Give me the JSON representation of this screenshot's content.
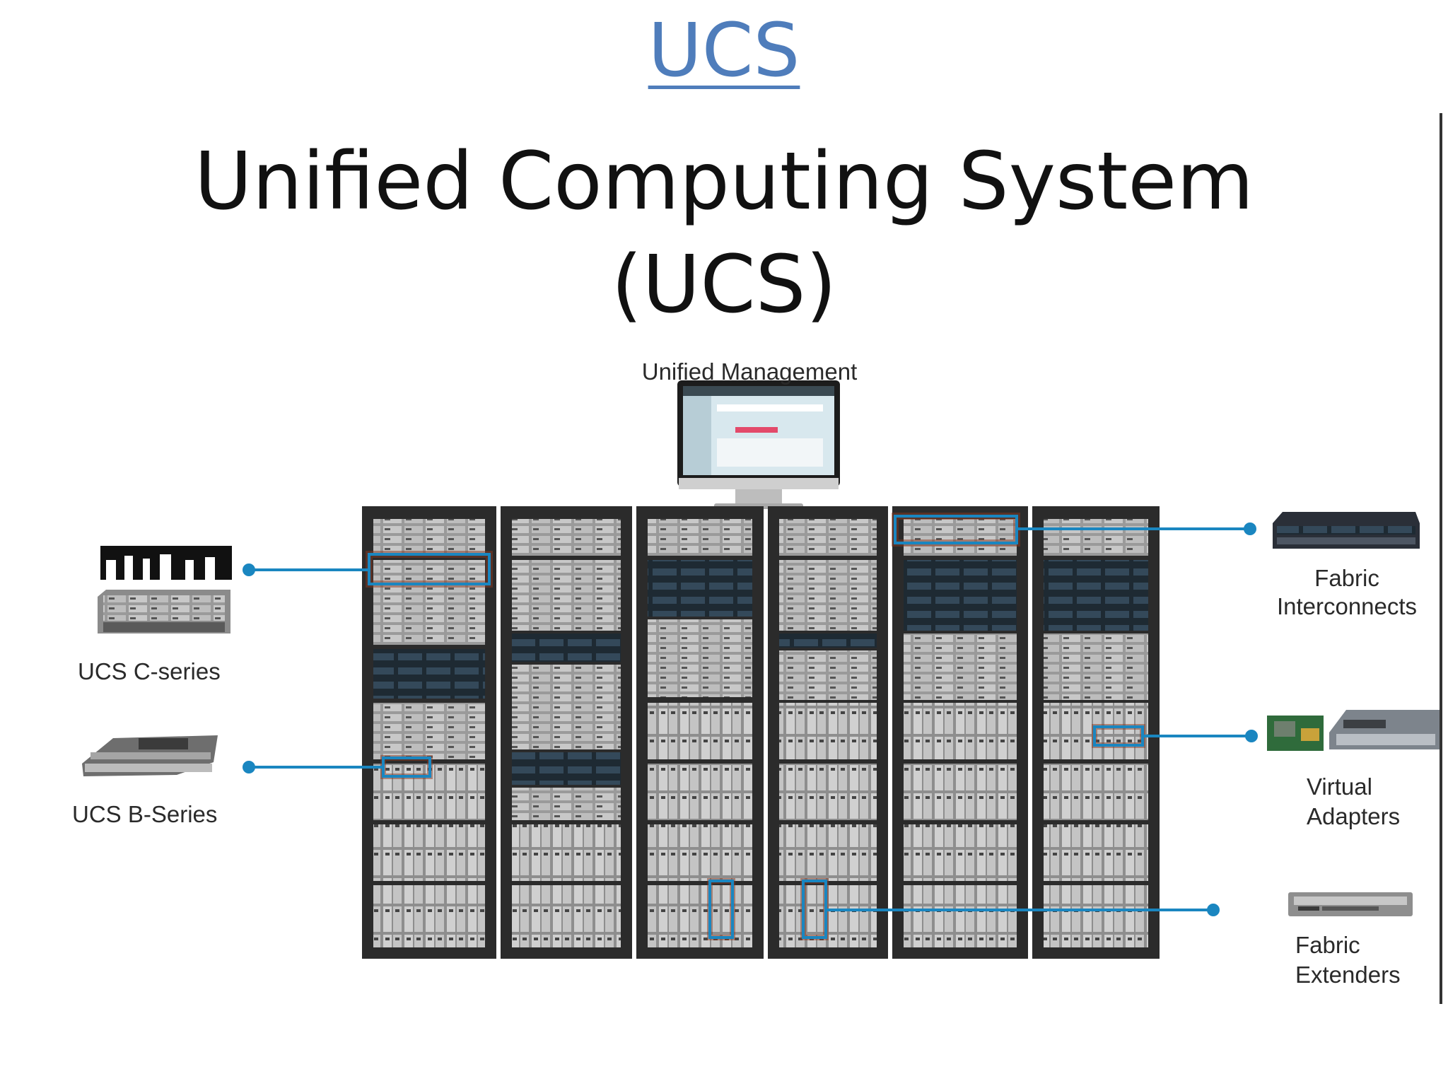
{
  "header": {
    "link_text": "UCS"
  },
  "slide": {
    "title_line1": "Unified Computing System",
    "title_line2": "(UCS)"
  },
  "diagram": {
    "management_label": "Unified Management",
    "left_labels": {
      "c_series": "UCS C-series",
      "b_series": "UCS B-Series"
    },
    "right_labels": {
      "fabric_interconnects_line1": "Fabric",
      "fabric_interconnects_line2": "Interconnects",
      "virtual_adapters_line1": "Virtual",
      "virtual_adapters_line2": "Adapters",
      "fabric_extenders_line1": "Fabric",
      "fabric_extenders_line2": "Extenders"
    },
    "colors": {
      "connector": "#1a86c0",
      "highlight": "#8a3a22",
      "rack": "#2b2b2b",
      "title_link": "#4f7dbb"
    }
  }
}
